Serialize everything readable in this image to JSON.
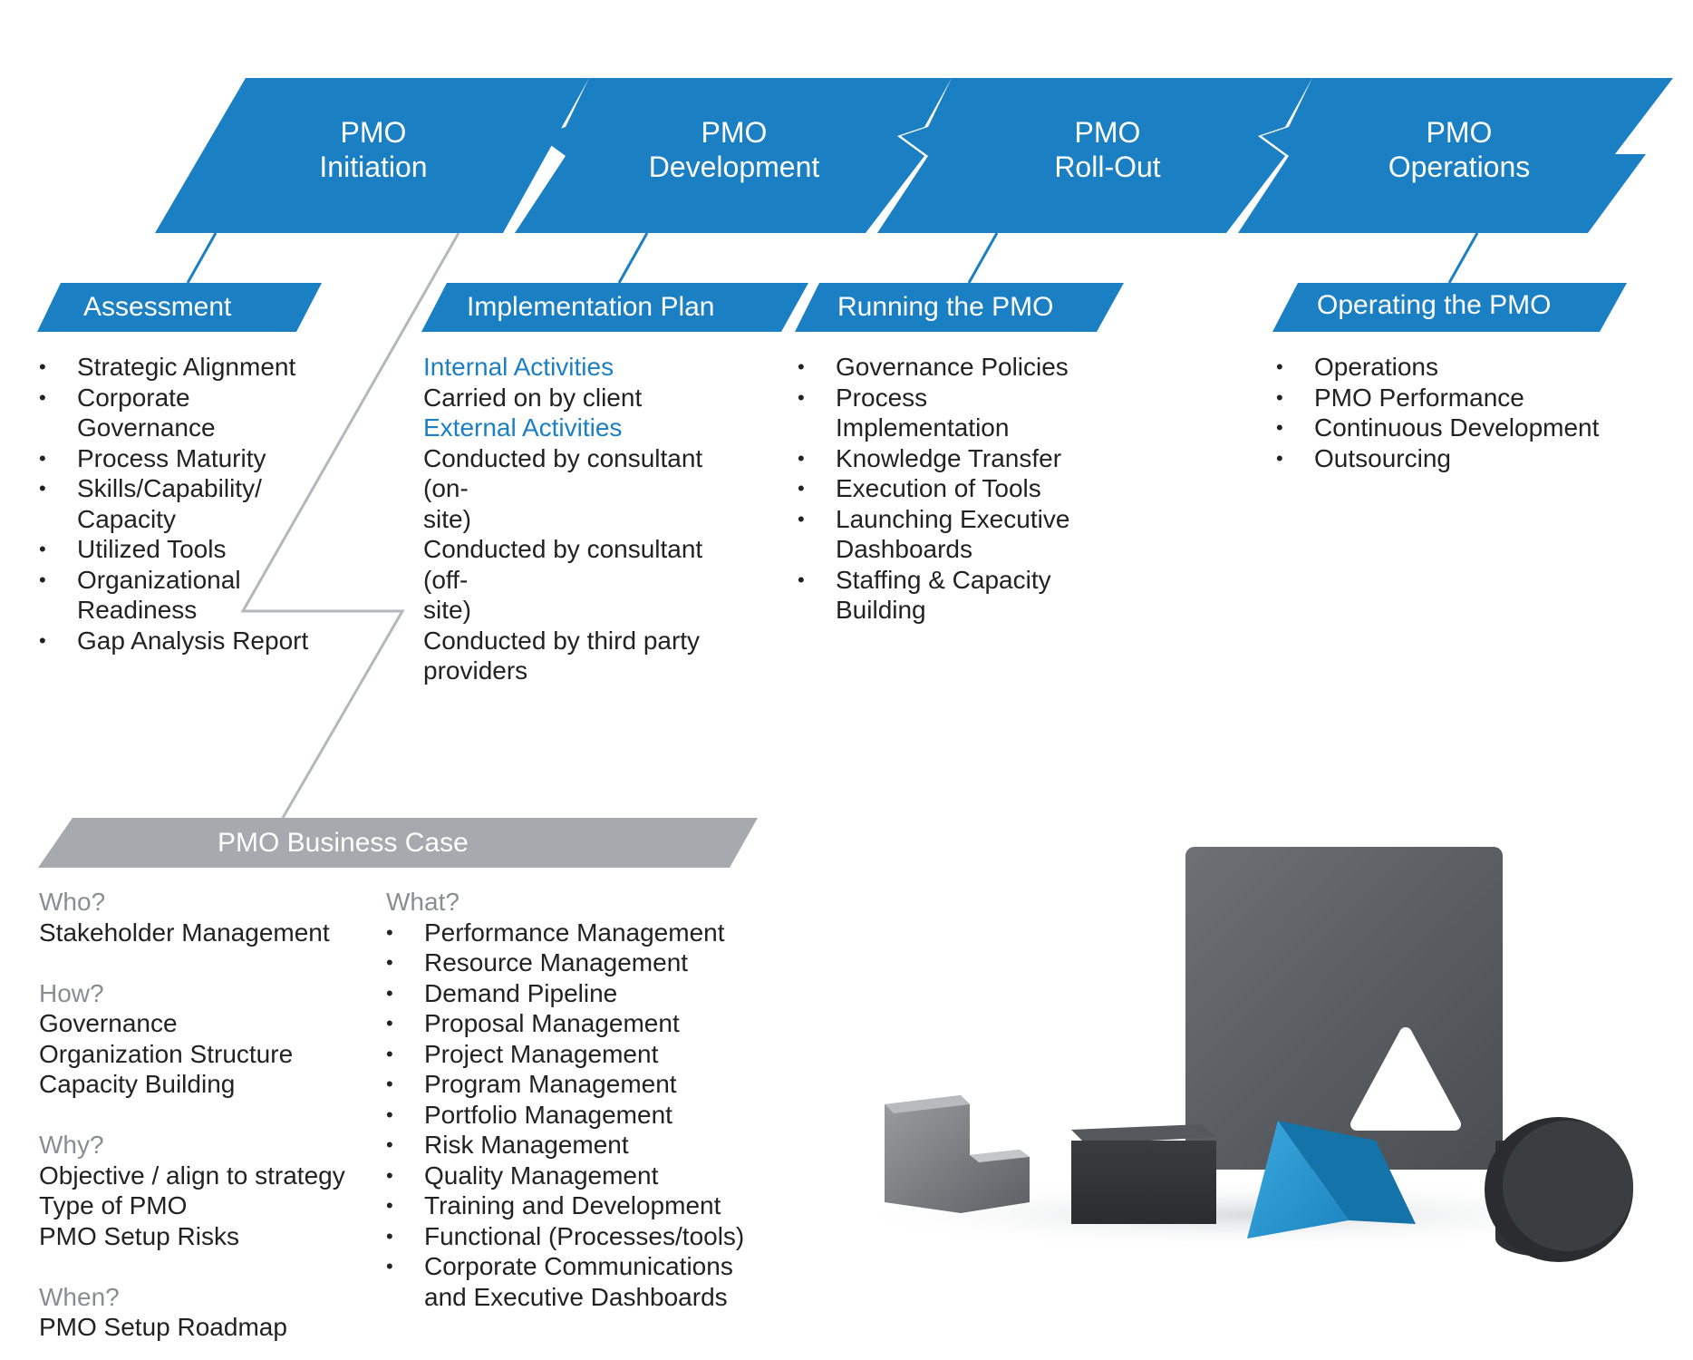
{
  "colors": {
    "phase_blue": "#1b7fc4",
    "business_case_grey": "#a6a9ad",
    "connector_grey": "#b4b7bb",
    "accent_text": "#1b7fc4",
    "question_text": "#8a8d91"
  },
  "phases": [
    {
      "line1": "PMO",
      "line2": "Initiation"
    },
    {
      "line1": "PMO",
      "line2": "Development"
    },
    {
      "line1": "PMO",
      "line2": "Roll-Out"
    },
    {
      "line1": "PMO",
      "line2": "Operations"
    }
  ],
  "assessment": {
    "title": "Assessment",
    "items": [
      [
        "Strategic Alignment"
      ],
      [
        "Corporate",
        "Governance"
      ],
      [
        "Process Maturity"
      ],
      [
        "Skills/Capability/",
        "Capacity"
      ],
      [
        "Utilized Tools"
      ],
      [
        "Organizational",
        "Readiness"
      ],
      [
        "Gap Analysis Report"
      ]
    ]
  },
  "implementation_plan": {
    "title": "Implementation Plan",
    "internal_heading": "Internal Activities",
    "internal_text": "Carried on by client",
    "external_heading": "External Activities",
    "external_items": [
      [
        "Conducted by consultant (on-",
        "site)"
      ],
      [
        "Conducted by consultant (off-",
        "site)"
      ],
      [
        "Conducted by third party",
        "providers"
      ]
    ]
  },
  "running": {
    "title": "Running the PMO",
    "items": [
      [
        "Governance Policies"
      ],
      [
        "Process",
        "Implementation"
      ],
      [
        "Knowledge Transfer"
      ],
      [
        "Execution of Tools"
      ],
      [
        "Launching Executive",
        "Dashboards"
      ],
      [
        "Staffing & Capacity",
        "Building"
      ]
    ]
  },
  "operating": {
    "title": "Operating the PMO",
    "items": [
      [
        "Operations"
      ],
      [
        "PMO Performance"
      ],
      [
        "Continuous Development"
      ],
      [
        "Outsourcing"
      ]
    ]
  },
  "business_case": {
    "title": "PMO Business Case",
    "who_q": "Who?",
    "who_items": [
      "Stakeholder Management"
    ],
    "how_q": "How?",
    "how_items": [
      "Governance",
      "Organization Structure",
      "Capacity Building"
    ],
    "why_q": "Why?",
    "why_items": [
      "Objective / align to strategy",
      "Type of PMO",
      "PMO Setup Risks"
    ],
    "when_q": "When?",
    "when_items": [
      "PMO Setup Roadmap"
    ],
    "what_q": "What?",
    "what_items": [
      [
        "Performance Management"
      ],
      [
        "Resource Management"
      ],
      [
        "Demand Pipeline"
      ],
      [
        "Proposal Management"
      ],
      [
        "Project Management"
      ],
      [
        "Program Management"
      ],
      [
        "Portfolio Management"
      ],
      [
        "Risk Management"
      ],
      [
        "Quality Management"
      ],
      [
        "Training and Development"
      ],
      [
        "Functional (Processes/tools)"
      ],
      [
        "Corporate Communications",
        "and Executive Dashboards"
      ]
    ]
  }
}
